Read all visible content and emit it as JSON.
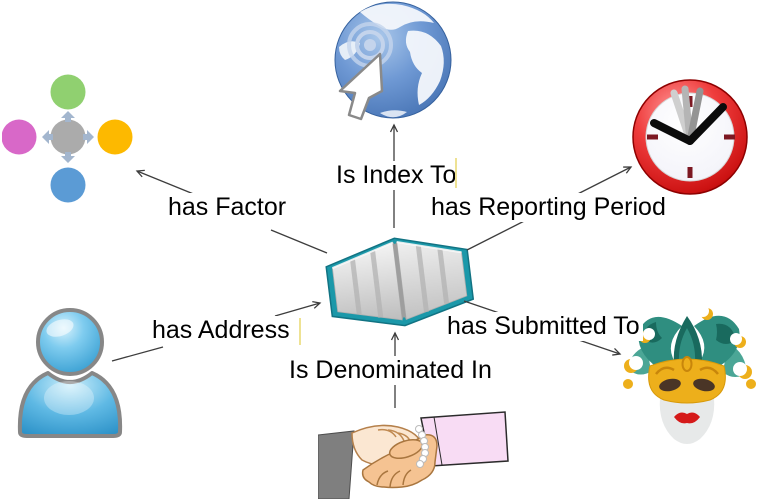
{
  "diagram": {
    "type": "concept-map",
    "center_node": "security-book",
    "relations": [
      {
        "id": "has-factor",
        "label": "has Factor",
        "from": "security-book",
        "to": "factor-diagram"
      },
      {
        "id": "is-index-to",
        "label": "Is Index To",
        "from": "security-book",
        "to": "index-globe"
      },
      {
        "id": "has-reporting-period",
        "label": "has Reporting Period",
        "from": "security-book",
        "to": "reporting-period-clock"
      },
      {
        "id": "has-address",
        "label": "has Address",
        "from": "address-person",
        "to": "security-book"
      },
      {
        "id": "is-denominated-in",
        "label": "Is Denominated In",
        "from": "denomination-handshake",
        "to": "security-book"
      },
      {
        "id": "has-submitted-to",
        "label": "has Submitted To",
        "from": "security-book",
        "to": "submitted-to-mask"
      }
    ],
    "node_icons": {
      "security-book": "open-book-icon",
      "factor-diagram": "radial-cycle-diagram-icon",
      "index-globe": "globe-with-cursor-icon",
      "reporting-period-clock": "red-clock-icon",
      "address-person": "blue-person-icon",
      "denomination-handshake": "handshake-icon",
      "submitted-to-mask": "jester-mask-icon"
    },
    "colors": {
      "background": "#ffffff",
      "arrow": "#3d3d3d",
      "label_text": "#000000",
      "book_cover_teal": "#1b98a9",
      "book_pages_gray": "#d9d9d9",
      "factor_green": "#90d070",
      "factor_magenta": "#d868c8",
      "factor_orange": "#fdb900",
      "factor_blue": "#5b9bd5",
      "factor_gray": "#ababab",
      "factor_arrow_gray": "#a3b6ce",
      "person_blue": "#35a3d9",
      "clock_ring_red": "#d01818",
      "clock_tick_maroon": "#7c1822",
      "globe_blue": "#5d8ac9",
      "mask_teal": "#2f8e80",
      "mask_yellow": "#edaf1b",
      "mask_lips_red": "#d51a1a",
      "handshake_skin_light": "#fbe7d2",
      "handshake_skin_dark": "#f5c392",
      "handshake_sleeve_gray": "#7f7f7f",
      "handshake_sleeve_pink": "#f8dcf4",
      "caret_yellow": "#eee293"
    }
  }
}
